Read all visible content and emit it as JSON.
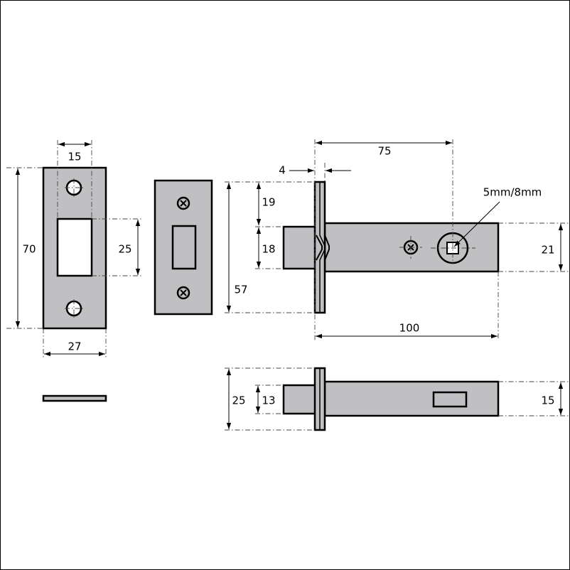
{
  "diagram": {
    "strike_plate": {
      "width": "27",
      "height": "70",
      "hole_spacing_width": "15",
      "slot_height": "25"
    },
    "latch": {
      "backset": "75",
      "faceplate_thickness": "4",
      "faceplate_top_to_bolt": "19",
      "bolt_height": "18",
      "faceplate_height": "57",
      "case_height": "21",
      "overall_length": "100",
      "spindle": "5mm/8mm"
    },
    "latch_bottom_view": {
      "flange_height": "25",
      "bolt_thickness": "13",
      "case_thickness": "15"
    }
  }
}
